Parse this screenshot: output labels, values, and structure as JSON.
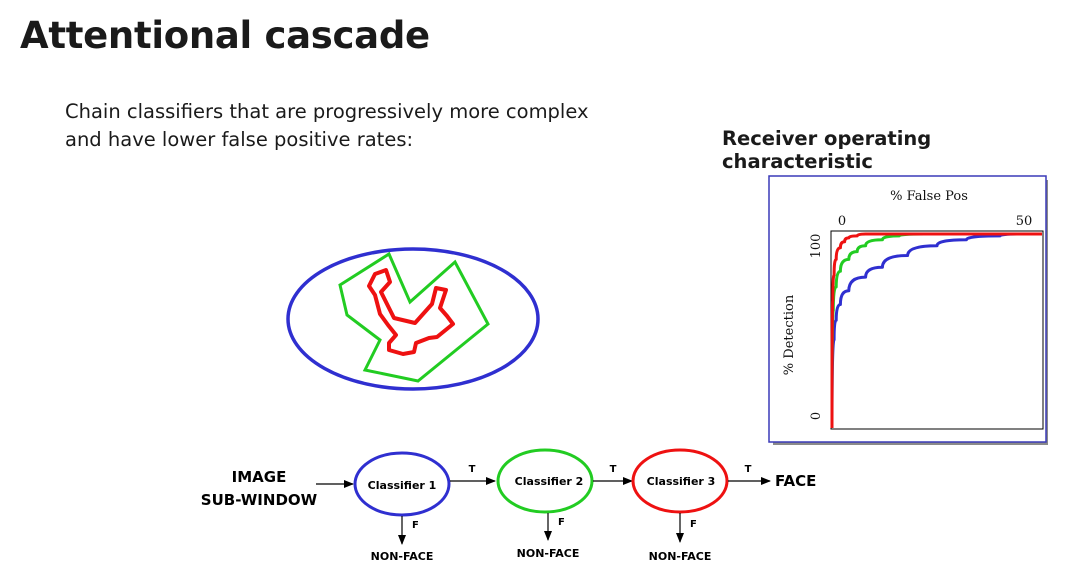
{
  "slide": {
    "title": "Attentional cascade",
    "subtitle_line1": "Chain classifiers that are progressively more complex",
    "subtitle_line2": "and have lower false positive rates:"
  },
  "roc": {
    "heading": "Receiver operating characteristic",
    "top_axis_label": "% False Pos",
    "left_axis_label": "% Detection",
    "x_tick_0": "0",
    "x_tick_50": "50",
    "y_tick_100": "100",
    "y_tick_0": "0"
  },
  "cascade": {
    "input_line1": "IMAGE",
    "input_line2": "SUB-WINDOW",
    "classifier_1": "Classifier 1",
    "classifier_2": "Classifier 2",
    "classifier_3": "Classifier 3",
    "true_label": "T",
    "false_label": "F",
    "reject_label": "NON-FACE",
    "output_label": "FACE"
  },
  "colors": {
    "blue": "#2f2fd0",
    "green": "#22cc22",
    "red": "#ee1111"
  },
  "chart_data": {
    "type": "line",
    "title": "Receiver operating characteristic",
    "xlabel": "% False Pos",
    "ylabel": "% Detection",
    "xlim": [
      0,
      50
    ],
    "ylim": [
      0,
      100
    ],
    "grid": false,
    "series": [
      {
        "color": "#2f2fd0",
        "x": [
          0,
          0.5,
          1,
          2,
          4,
          8,
          12,
          18,
          25,
          32,
          40,
          45,
          50
        ],
        "y": [
          0,
          45,
          55,
          63,
          70,
          77,
          82,
          88,
          93,
          96,
          98,
          99,
          99
        ]
      },
      {
        "color": "#22cc22",
        "x": [
          0,
          0.3,
          1,
          2,
          4,
          6,
          8,
          12,
          16,
          22,
          30,
          40,
          50
        ],
        "y": [
          0,
          60,
          72,
          80,
          86,
          90,
          93,
          96,
          98,
          99,
          99,
          99,
          99
        ]
      },
      {
        "color": "#ee1111",
        "x": [
          0,
          0.2,
          0.5,
          1,
          2,
          3,
          4,
          6,
          8,
          12,
          20,
          35,
          50
        ],
        "y": [
          0,
          65,
          78,
          86,
          92,
          95,
          97,
          98,
          99,
          99,
          99,
          99,
          99
        ]
      }
    ]
  }
}
